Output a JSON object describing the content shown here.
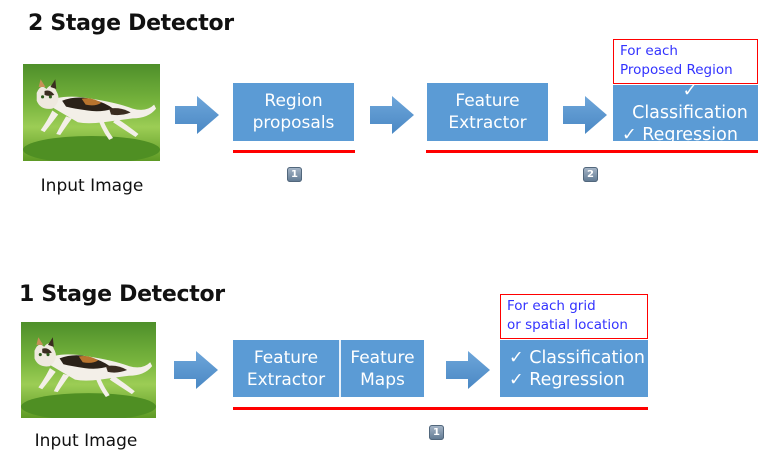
{
  "two_stage": {
    "title": "2 Stage Detector",
    "input_caption": "Input Image",
    "region_proposals": [
      "Region",
      "proposals"
    ],
    "feature_extractor": [
      "Feature",
      "Extractor"
    ],
    "note": [
      "For each",
      "Proposed Region"
    ],
    "outputs": [
      "✓ Classification",
      "✓ Regression"
    ],
    "badges": [
      "1",
      "2"
    ]
  },
  "one_stage": {
    "title": "1 Stage Detector",
    "input_caption": "Input Image",
    "feature_extractor": [
      "Feature",
      "Extractor"
    ],
    "feature_maps": [
      "Feature",
      "Maps"
    ],
    "note": [
      "For each grid",
      "or spatial location"
    ],
    "outputs": [
      "✓ Classification",
      "✓ Regression"
    ],
    "badges": [
      "1"
    ]
  },
  "colors": {
    "box_fill": "#5b9bd5",
    "highlight_line": "#ff0000",
    "note_text": "#3333ff"
  }
}
